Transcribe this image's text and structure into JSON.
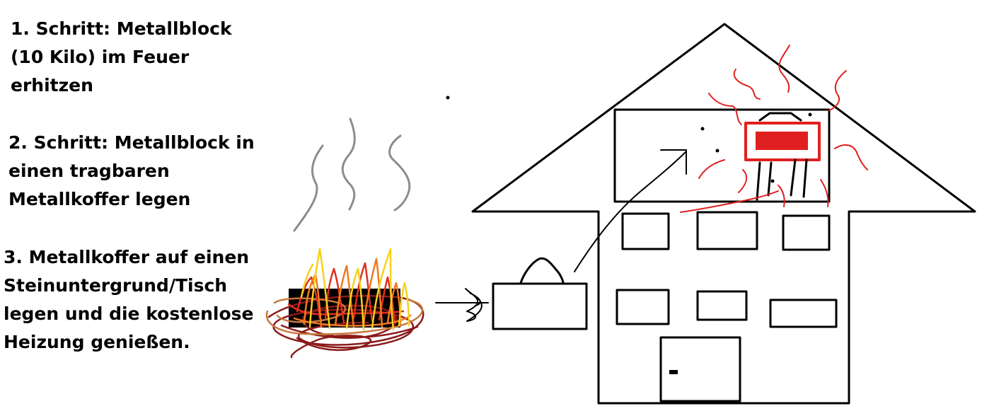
{
  "steps": {
    "step1": "1. Schritt: Metallblock\n(10 Kilo) im Feuer\nerhitzen",
    "step2": "2. Schritt: Metallblock in\neinen tragbaren\nMetallkoffer legen",
    "step3": "3. Metallkoffer auf einen\nSteinuntergrund/Tisch\nlegen und die kostenlose\nHeizung genießen."
  },
  "colors": {
    "ink": "#000000",
    "smoke": "#8c8c8c",
    "flame_yellow": "#f5d21e",
    "flame_orange": "#f07a1e",
    "flame_red": "#e0301e",
    "flame_darkred": "#8b1a1a",
    "flame_brown": "#c8783c",
    "heat_red": "#e02020"
  },
  "icons": [
    "smoke-icon",
    "fire-icon",
    "metal-block-icon",
    "suitcase-icon",
    "house-icon",
    "heater-icon",
    "arrow-icon"
  ]
}
